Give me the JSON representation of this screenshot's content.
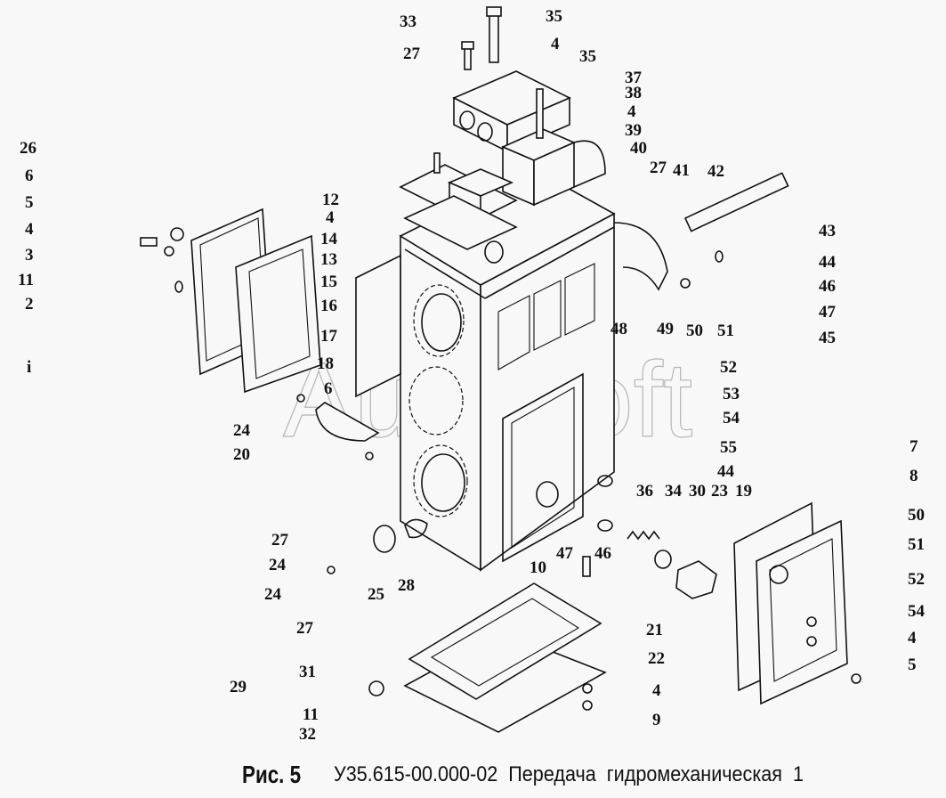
{
  "figure": {
    "fig_label": "Рис. 5",
    "title": "У35.615-00.000-02  Передача  гидромеханическая  1",
    "watermark": "AutoSoft"
  },
  "callouts": [
    {
      "id": "c33",
      "text": "33"
    },
    {
      "id": "c35a",
      "text": "35"
    },
    {
      "id": "c27a",
      "text": "27"
    },
    {
      "id": "c4a",
      "text": "4"
    },
    {
      "id": "c35b",
      "text": "35"
    },
    {
      "id": "c37",
      "text": "37"
    },
    {
      "id": "c38",
      "text": "38"
    },
    {
      "id": "c4b",
      "text": "4"
    },
    {
      "id": "c39",
      "text": "39"
    },
    {
      "id": "c40",
      "text": "40"
    },
    {
      "id": "c27b",
      "text": "27"
    },
    {
      "id": "c41",
      "text": "41"
    },
    {
      "id": "c42",
      "text": "42"
    },
    {
      "id": "c43",
      "text": "43"
    },
    {
      "id": "c44a",
      "text": "44"
    },
    {
      "id": "c46a",
      "text": "46"
    },
    {
      "id": "c47a",
      "text": "47"
    },
    {
      "id": "c45",
      "text": "45"
    },
    {
      "id": "c26",
      "text": "26"
    },
    {
      "id": "c6a",
      "text": "6"
    },
    {
      "id": "c5a",
      "text": "5"
    },
    {
      "id": "c4c",
      "text": "4"
    },
    {
      "id": "c3",
      "text": "3"
    },
    {
      "id": "c11a",
      "text": "11"
    },
    {
      "id": "c2",
      "text": "2"
    },
    {
      "id": "c1",
      "text": "i"
    },
    {
      "id": "c12",
      "text": "12"
    },
    {
      "id": "c4d",
      "text": "4"
    },
    {
      "id": "c14",
      "text": "14"
    },
    {
      "id": "c13",
      "text": "13"
    },
    {
      "id": "c15",
      "text": "15"
    },
    {
      "id": "c16",
      "text": "16"
    },
    {
      "id": "c17",
      "text": "17"
    },
    {
      "id": "c18",
      "text": "18"
    },
    {
      "id": "c6b",
      "text": "6"
    },
    {
      "id": "c24a",
      "text": "24"
    },
    {
      "id": "c20",
      "text": "20"
    },
    {
      "id": "c48",
      "text": "48"
    },
    {
      "id": "c49",
      "text": "49"
    },
    {
      "id": "c50a",
      "text": "50"
    },
    {
      "id": "c51a",
      "text": "51"
    },
    {
      "id": "c52a",
      "text": "52"
    },
    {
      "id": "c53",
      "text": "53"
    },
    {
      "id": "c54a",
      "text": "54"
    },
    {
      "id": "c55",
      "text": "55"
    },
    {
      "id": "c44b",
      "text": "44"
    },
    {
      "id": "c36",
      "text": "36"
    },
    {
      "id": "c34",
      "text": "34"
    },
    {
      "id": "c30",
      "text": "30"
    },
    {
      "id": "c23",
      "text": "23"
    },
    {
      "id": "c19",
      "text": "19"
    },
    {
      "id": "c10",
      "text": "10"
    },
    {
      "id": "c47b",
      "text": "47"
    },
    {
      "id": "c46b",
      "text": "46"
    },
    {
      "id": "c21",
      "text": "21"
    },
    {
      "id": "c27c",
      "text": "27"
    },
    {
      "id": "c24b",
      "text": "24"
    },
    {
      "id": "c24c",
      "text": "24"
    },
    {
      "id": "c27d",
      "text": "27"
    },
    {
      "id": "c25",
      "text": "25"
    },
    {
      "id": "c28",
      "text": "28"
    },
    {
      "id": "c22",
      "text": "22"
    },
    {
      "id": "c29",
      "text": "29"
    },
    {
      "id": "c31",
      "text": "31"
    },
    {
      "id": "c11b",
      "text": "11"
    },
    {
      "id": "c32",
      "text": "32"
    },
    {
      "id": "c4e",
      "text": "4"
    },
    {
      "id": "c9",
      "text": "9"
    },
    {
      "id": "c7",
      "text": "7"
    },
    {
      "id": "c8",
      "text": "8"
    },
    {
      "id": "c50b",
      "text": "50"
    },
    {
      "id": "c51b",
      "text": "51"
    },
    {
      "id": "c52b",
      "text": "52"
    },
    {
      "id": "c54b",
      "text": "54"
    },
    {
      "id": "c4f",
      "text": "4"
    },
    {
      "id": "c5b",
      "text": "5"
    }
  ]
}
